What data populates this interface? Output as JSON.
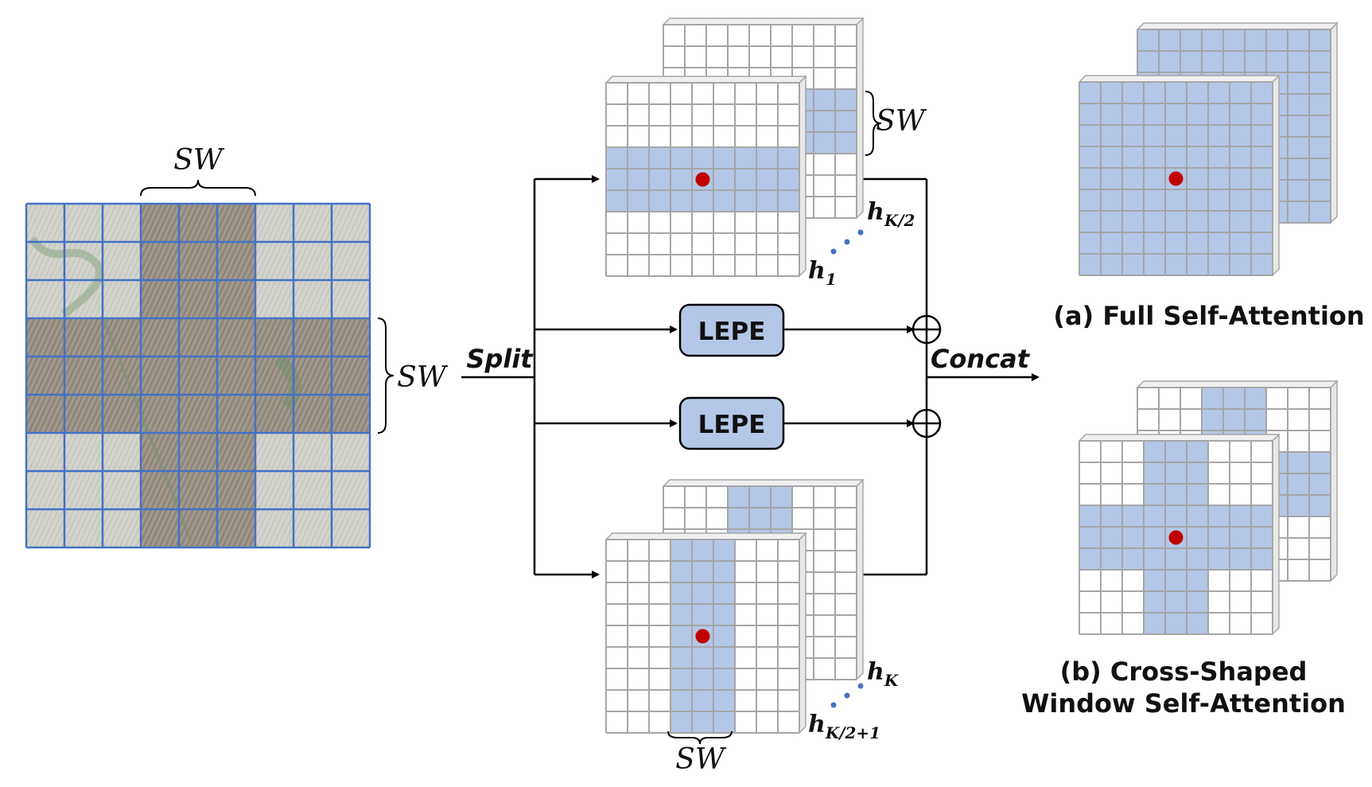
{
  "labels": {
    "input_sw_top": "SW",
    "input_sw_right": "SW",
    "split": "Split",
    "concat": "Concat",
    "lepe_top": "LEPE",
    "lepe_bottom": "LEPE",
    "top_stack_sw": "SW",
    "bottom_stack_sw": "SW",
    "head_h1_base": "h",
    "head_h1_sub": "1",
    "head_hk2_base": "h",
    "head_hk2_sub": "K/2",
    "head_hk_base": "h",
    "head_hk_sub": "K",
    "head_hk21_base": "h",
    "head_hk21_sub": "K/2+1",
    "caption_a": "(a) Full Self-Attention",
    "caption_b_line1": "(b) Cross-Shaped",
    "caption_b_line2": "Window Self-Attention"
  },
  "colors": {
    "grid_line": "#a6a6a6",
    "highlight": "#b4c7e7",
    "patch_grid": "#4472c4",
    "query_dot": "#c00000",
    "lepe_fill": "#b4c7e7",
    "dots": "#4472c4",
    "arrow": "#000000"
  }
}
